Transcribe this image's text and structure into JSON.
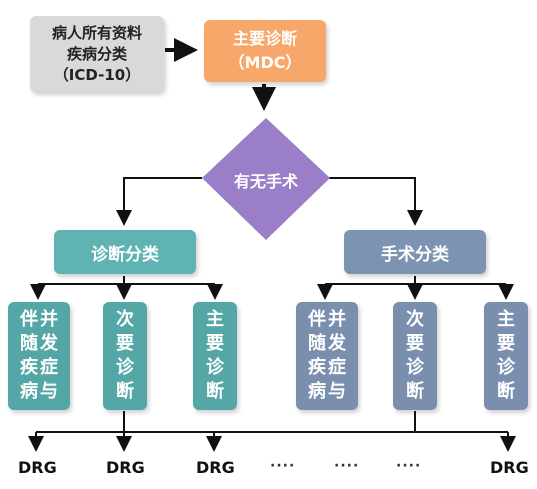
{
  "source_box": {
    "lines": [
      "病人所有资料",
      "疾病分类",
      "（ICD-10）"
    ]
  },
  "mdc_box": {
    "lines": [
      "主要诊断",
      "（MDC）"
    ]
  },
  "decision": {
    "label": "有无手术"
  },
  "diag_class": {
    "label": "诊断分类"
  },
  "surg_class": {
    "label": "手术分类"
  },
  "left_branches": [
    {
      "col1": "伴随疾病",
      "col2": "并发症与"
    },
    {
      "text": "次要诊断"
    },
    {
      "text": "主要诊断"
    }
  ],
  "right_branches": [
    {
      "col1": "伴随疾病",
      "col2": "并发症与"
    },
    {
      "text": "次要诊断"
    },
    {
      "text": "主要诊断"
    }
  ],
  "outputs": [
    "DRG",
    "DRG",
    "DRG",
    "DRG"
  ],
  "ellipses": [
    "····",
    "····",
    "····"
  ],
  "colors": {
    "source": "#d9d9d9",
    "mdc": "#f7a76a",
    "decision": "#9b7ec8",
    "diagnosis": "#5fb3b3",
    "surgery": "#7d93b2"
  }
}
